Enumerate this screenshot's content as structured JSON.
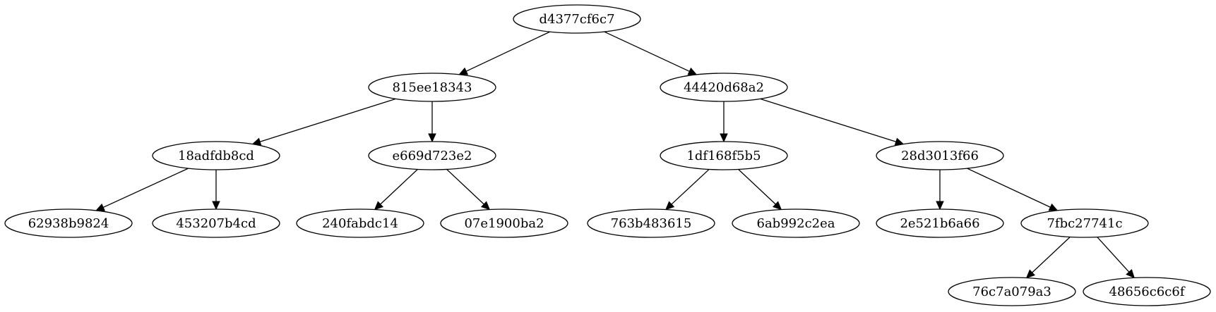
{
  "nodes": [
    {
      "id": "d4377cf6c7",
      "label": "d4377cf6c7"
    },
    {
      "id": "815ee18343",
      "label": "815ee18343"
    },
    {
      "id": "44420d68a2",
      "label": "44420d68a2"
    },
    {
      "id": "18adfdb8cd",
      "label": "18adfdb8cd"
    },
    {
      "id": "e669d723e2",
      "label": "e669d723e2"
    },
    {
      "id": "1df168f5b5",
      "label": "1df168f5b5"
    },
    {
      "id": "28d3013f66",
      "label": "28d3013f66"
    },
    {
      "id": "62938b9824",
      "label": "62938b9824"
    },
    {
      "id": "453207b4cd",
      "label": "453207b4cd"
    },
    {
      "id": "240fabdc14",
      "label": "240fabdc14"
    },
    {
      "id": "07e1900ba2",
      "label": "07e1900ba2"
    },
    {
      "id": "763b483615",
      "label": "763b483615"
    },
    {
      "id": "6ab992c2ea",
      "label": "6ab992c2ea"
    },
    {
      "id": "2e521b6a66",
      "label": "2e521b6a66"
    },
    {
      "id": "7fbc27741c",
      "label": "7fbc27741c"
    },
    {
      "id": "76c7a079a3",
      "label": "76c7a079a3"
    },
    {
      "id": "48656c6c6f",
      "label": "48656c6c6f"
    }
  ],
  "edges": [
    {
      "from": "d4377cf6c7",
      "to": "815ee18343"
    },
    {
      "from": "d4377cf6c7",
      "to": "44420d68a2"
    },
    {
      "from": "815ee18343",
      "to": "18adfdb8cd"
    },
    {
      "from": "815ee18343",
      "to": "e669d723e2"
    },
    {
      "from": "44420d68a2",
      "to": "1df168f5b5"
    },
    {
      "from": "44420d68a2",
      "to": "28d3013f66"
    },
    {
      "from": "18adfdb8cd",
      "to": "62938b9824"
    },
    {
      "from": "18adfdb8cd",
      "to": "453207b4cd"
    },
    {
      "from": "e669d723e2",
      "to": "240fabdc14"
    },
    {
      "from": "e669d723e2",
      "to": "07e1900ba2"
    },
    {
      "from": "1df168f5b5",
      "to": "763b483615"
    },
    {
      "from": "1df168f5b5",
      "to": "6ab992c2ea"
    },
    {
      "from": "28d3013f66",
      "to": "2e521b6a66"
    },
    {
      "from": "28d3013f66",
      "to": "7fbc27741c"
    },
    {
      "from": "7fbc27741c",
      "to": "76c7a079a3"
    },
    {
      "from": "7fbc27741c",
      "to": "48656c6c6f"
    }
  ]
}
